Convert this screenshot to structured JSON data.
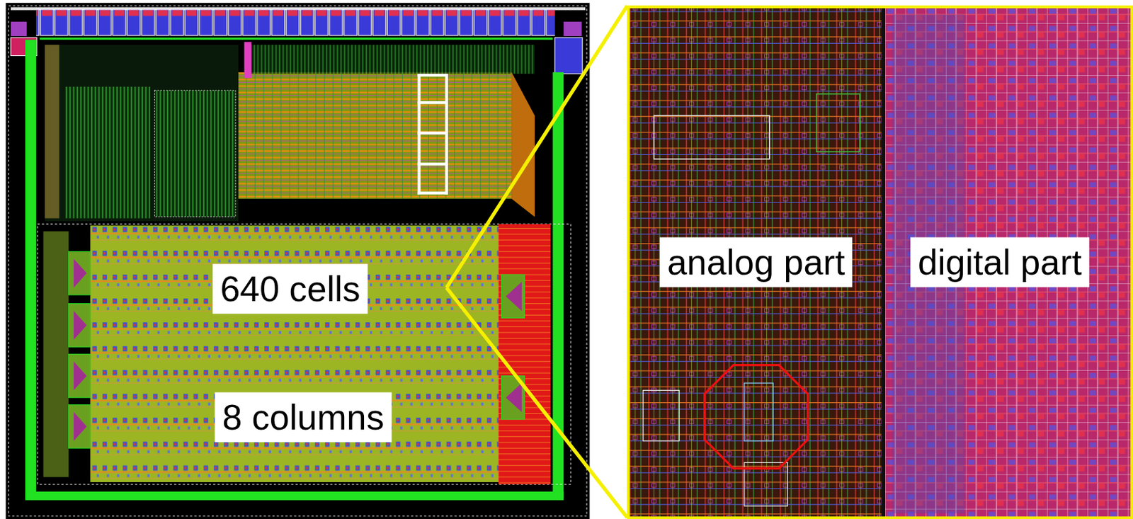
{
  "diagram": {
    "labels": [
      "640 cells",
      "8 columns",
      "analog part",
      "digital part"
    ]
  }
}
